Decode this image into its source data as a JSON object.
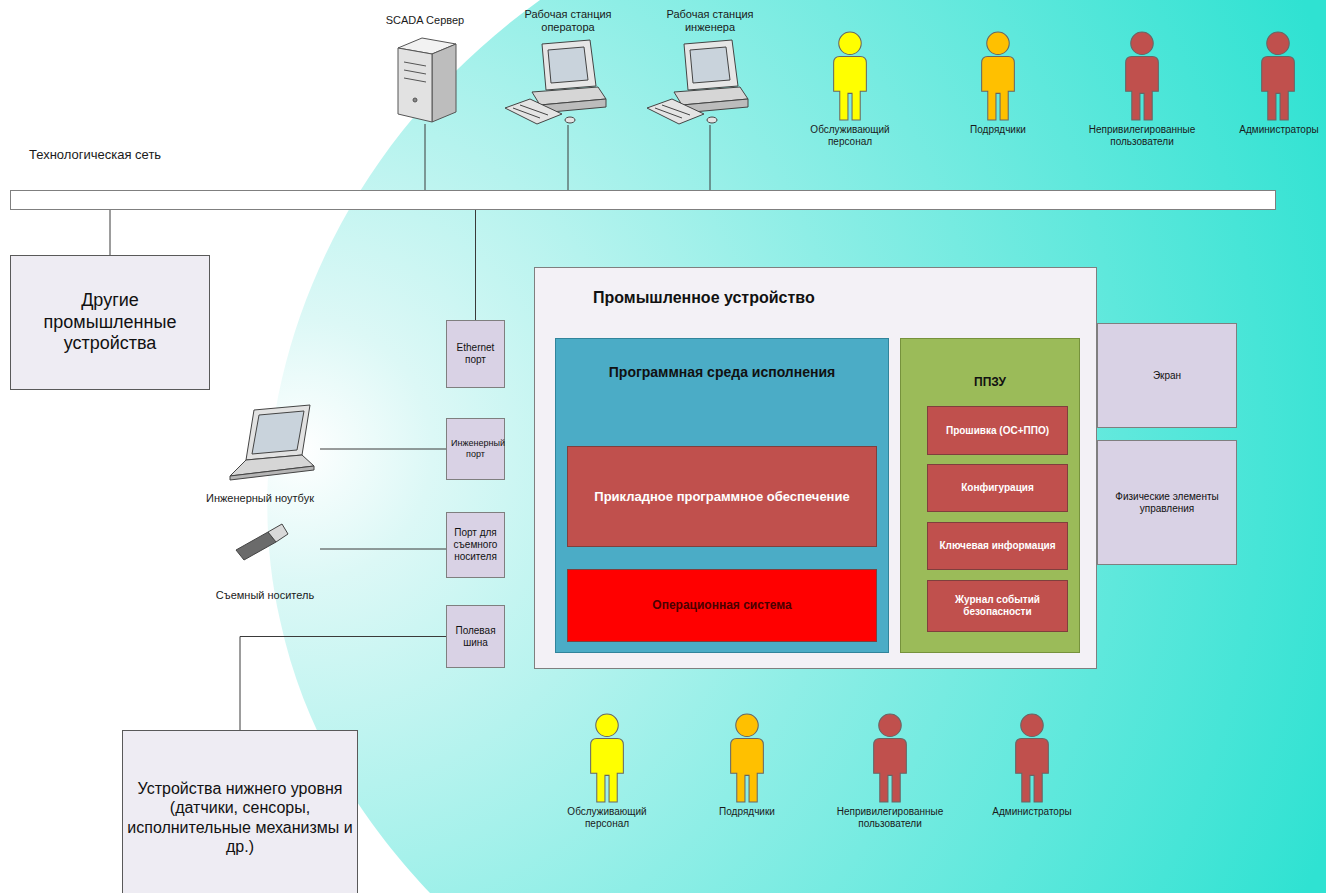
{
  "diagram": {
    "nodes": [
      {
        "text": [
          "SCADA Сервер"
        ]
      },
      {
        "text": [
          "Рабочая станция оператора"
        ]
      },
      {
        "text": [
          "Рабочая станция инженера"
        ]
      },
      {
        "text": [
          "Технологическая сеть"
        ]
      },
      {
        "text": [
          "Другие промышленные устройства"
        ]
      },
      {
        "text": [
          "Промышленное устройство"
        ]
      },
      {
        "text": [
          "Программная среда исполнения"
        ],
        "in": 5
      },
      {
        "text": [
          "Прикладное программное обеспечение"
        ],
        "in": 6
      },
      {
        "text": [
          "Операционная система"
        ],
        "in": 6
      },
      {
        "text": [
          "ППЗУ"
        ],
        "in": 5
      },
      {
        "text": [
          "Прошивка (ОС+ППО)"
        ],
        "in": 9
      },
      {
        "text": [
          "Конфигурация"
        ],
        "in": 9
      },
      {
        "text": [
          "Ключевая информация"
        ],
        "in": 9
      },
      {
        "text": [
          "Журнал событий безопасности"
        ],
        "in": 9
      },
      {
        "text": [
          "Ethernet порт"
        ]
      },
      {
        "text": [
          "Инженерный порт"
        ]
      },
      {
        "text": [
          "Порт для съемного носителя"
        ]
      },
      {
        "text": [
          "Полевая шина"
        ]
      },
      {
        "text": [
          "Экран"
        ]
      },
      {
        "text": [
          "Физические элементы управления"
        ]
      },
      {
        "text": [
          "Инженерный ноутбук"
        ]
      },
      {
        "text": [
          "Съемный носитель"
        ]
      },
      {
        "text": [
          "Устройства нижнего уровня (датчики, сенсоры, исполнительные механизмы и др.)"
        ]
      }
    ],
    "edges": [
      {
        "from": 0,
        "to": 3,
        "arrow": "none"
      },
      {
        "from": 1,
        "to": 3,
        "arrow": "none"
      },
      {
        "from": 2,
        "to": 3,
        "arrow": "none"
      },
      {
        "from": 3,
        "to": 4,
        "arrow": "none"
      },
      {
        "from": 3,
        "to": 14,
        "arrow": "none"
      },
      {
        "from": 20,
        "to": 15,
        "arrow": "none"
      },
      {
        "from": 21,
        "to": 16,
        "arrow": "none"
      },
      {
        "from": 17,
        "to": 22,
        "arrow": "none"
      }
    ],
    "labels": [
      "Обслуживающий персонал",
      "Подрядчики",
      "Непривилегированные пользователи",
      "Администраторы",
      "Обслуживающий персонал",
      "Подрядчики",
      "Непривилегированные пользователи",
      "Администраторы"
    ]
  }
}
